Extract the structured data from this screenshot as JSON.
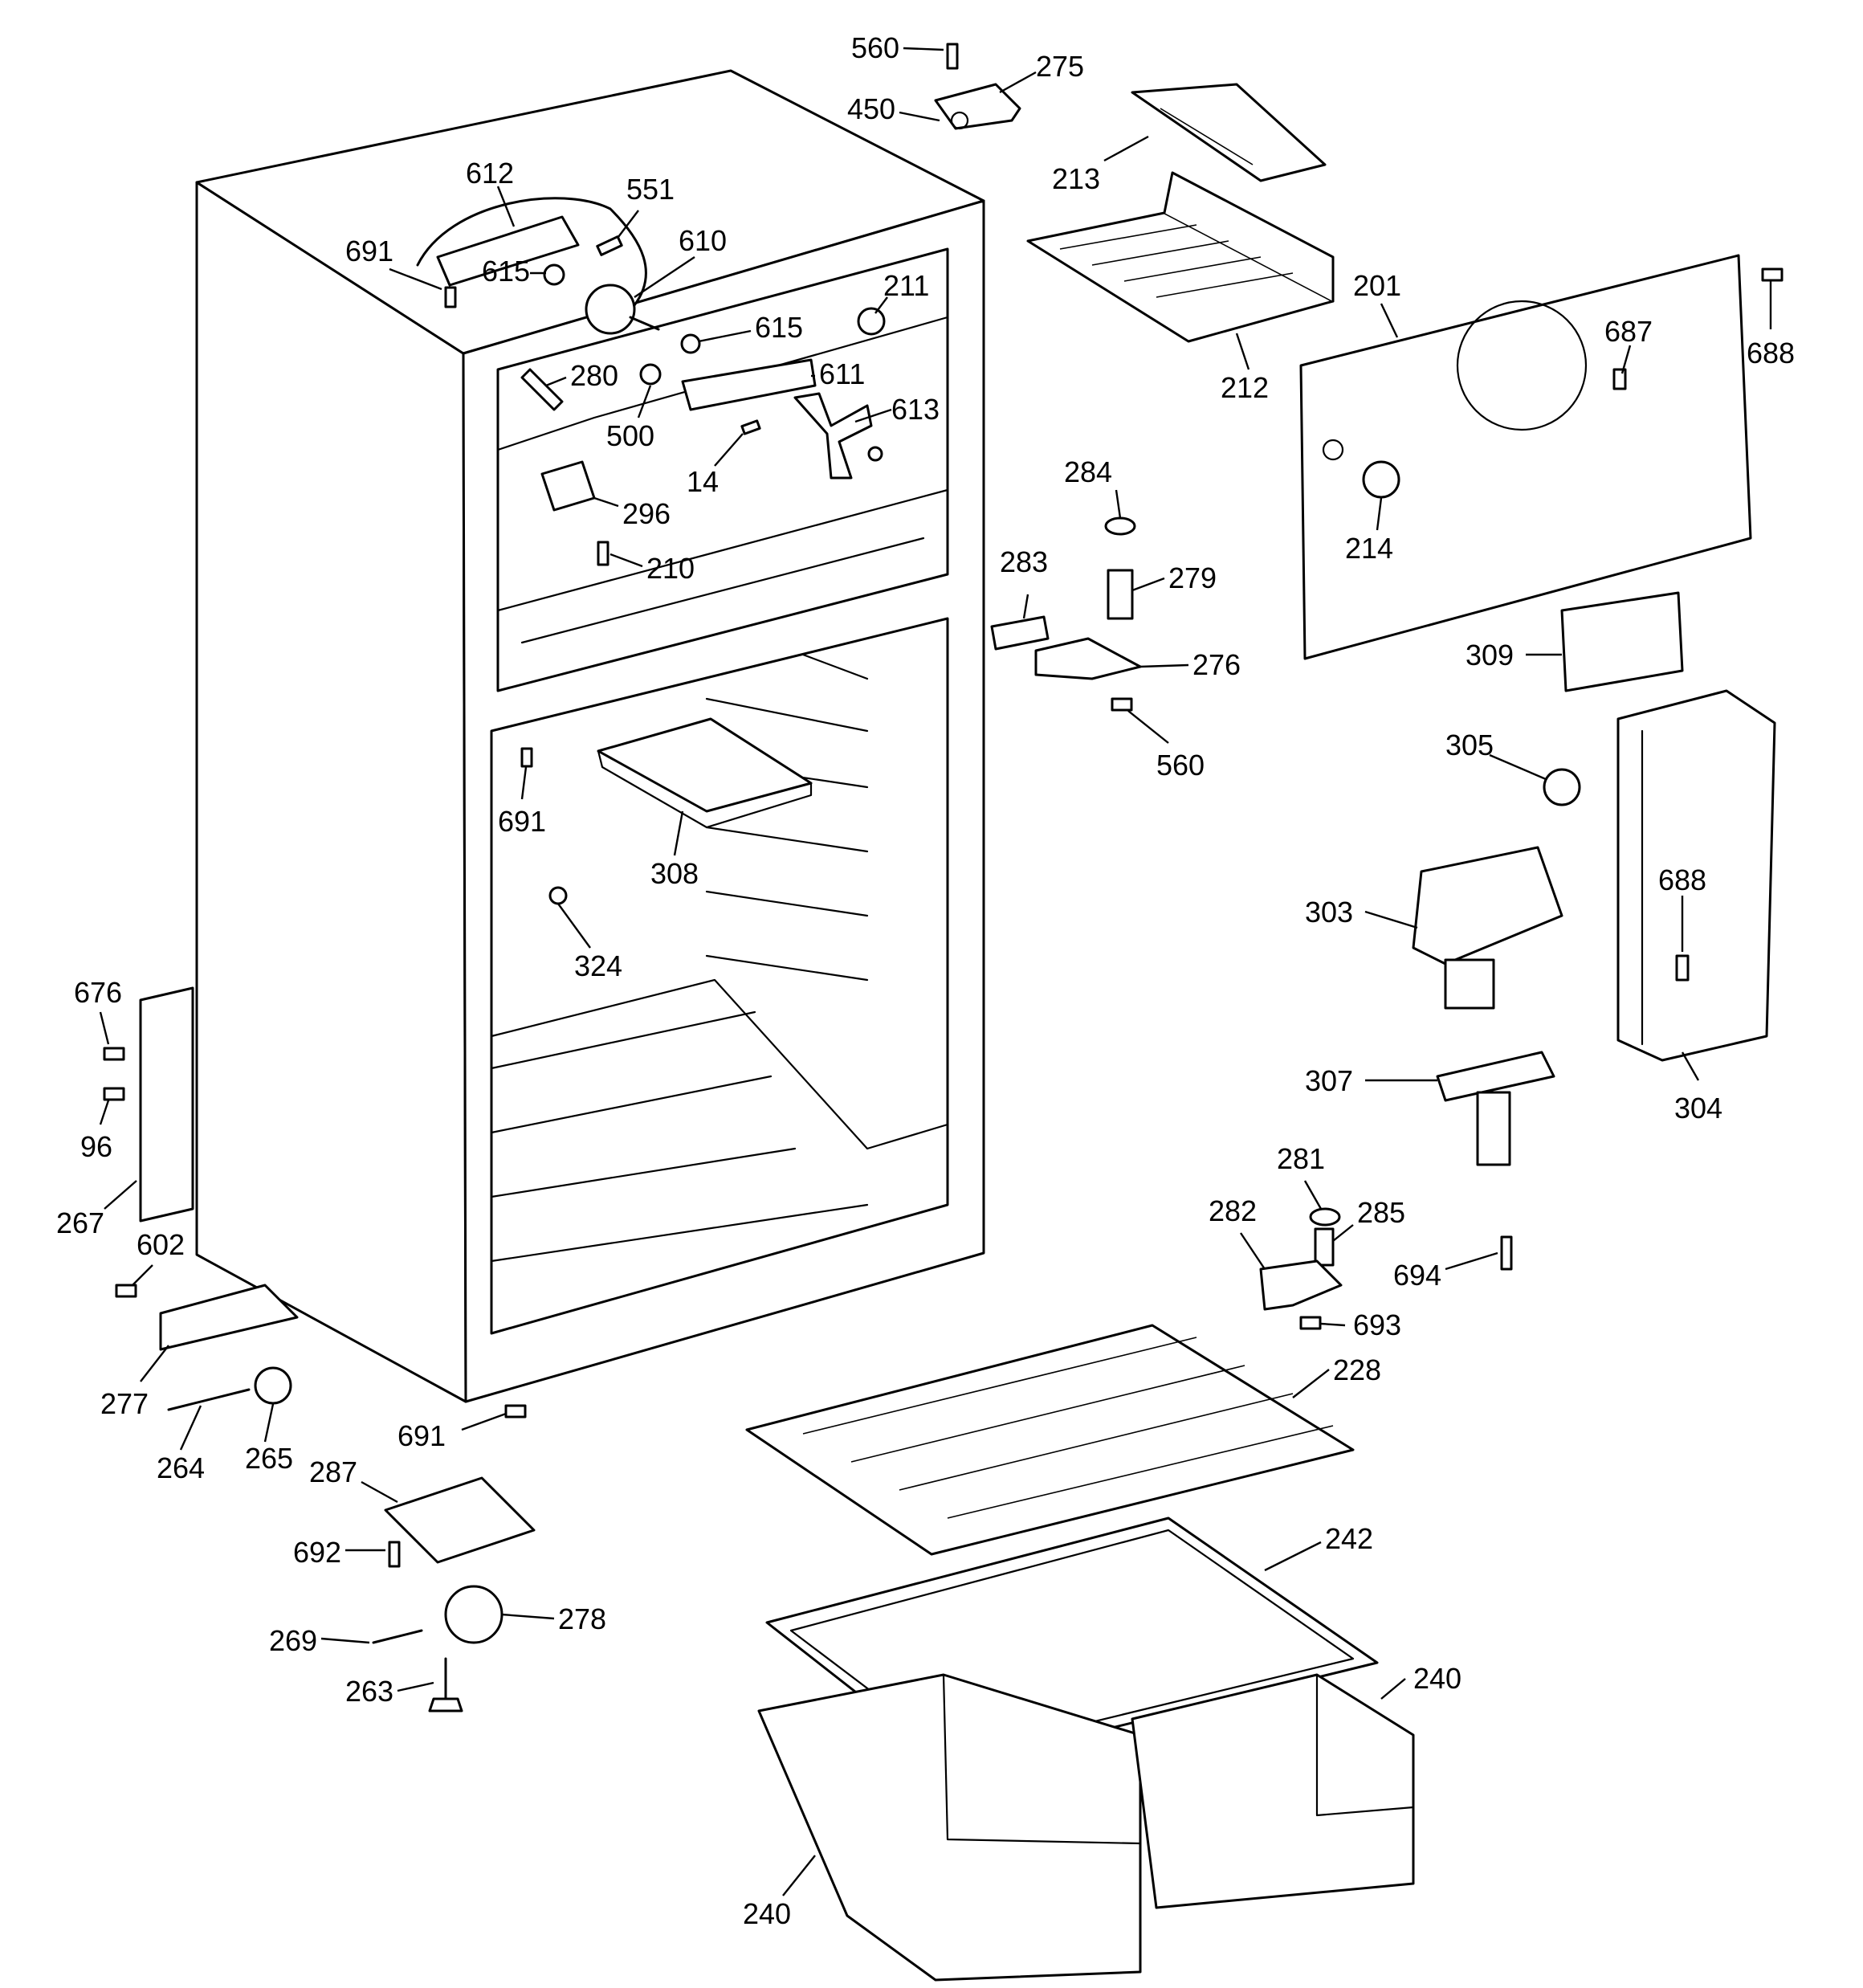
{
  "colors": {
    "line": "#000000",
    "background": "#ffffff"
  },
  "callouts": [
    {
      "id": "c560a",
      "text": "560"
    },
    {
      "id": "c275",
      "text": "275"
    },
    {
      "id": "c450",
      "text": "450"
    },
    {
      "id": "c213",
      "text": "213"
    },
    {
      "id": "c612",
      "text": "612"
    },
    {
      "id": "c551",
      "text": "551"
    },
    {
      "id": "c610",
      "text": "610"
    },
    {
      "id": "c691a",
      "text": "691"
    },
    {
      "id": "c615a",
      "text": "615"
    },
    {
      "id": "c211",
      "text": "211"
    },
    {
      "id": "c615b",
      "text": "615"
    },
    {
      "id": "c201",
      "text": "201"
    },
    {
      "id": "c687",
      "text": "687"
    },
    {
      "id": "c688a",
      "text": "688"
    },
    {
      "id": "c212",
      "text": "212"
    },
    {
      "id": "c280",
      "text": "280"
    },
    {
      "id": "c611",
      "text": "611"
    },
    {
      "id": "c613",
      "text": "613"
    },
    {
      "id": "c500",
      "text": "500"
    },
    {
      "id": "c14",
      "text": "14"
    },
    {
      "id": "c284",
      "text": "284"
    },
    {
      "id": "c296",
      "text": "296"
    },
    {
      "id": "c214",
      "text": "214"
    },
    {
      "id": "c283",
      "text": "283"
    },
    {
      "id": "c279",
      "text": "279"
    },
    {
      "id": "c210",
      "text": "210"
    },
    {
      "id": "c276",
      "text": "276"
    },
    {
      "id": "c309",
      "text": "309"
    },
    {
      "id": "c560b",
      "text": "560"
    },
    {
      "id": "c305",
      "text": "305"
    },
    {
      "id": "c691b",
      "text": "691"
    },
    {
      "id": "c308",
      "text": "308"
    },
    {
      "id": "c303",
      "text": "303"
    },
    {
      "id": "c688b",
      "text": "688"
    },
    {
      "id": "c324",
      "text": "324"
    },
    {
      "id": "c676",
      "text": "676"
    },
    {
      "id": "c96",
      "text": "96"
    },
    {
      "id": "c307",
      "text": "307"
    },
    {
      "id": "c304",
      "text": "304"
    },
    {
      "id": "c267",
      "text": "267"
    },
    {
      "id": "c281",
      "text": "281"
    },
    {
      "id": "c282",
      "text": "282"
    },
    {
      "id": "c285",
      "text": "285"
    },
    {
      "id": "c602",
      "text": "602"
    },
    {
      "id": "c694",
      "text": "694"
    },
    {
      "id": "c693",
      "text": "693"
    },
    {
      "id": "c277",
      "text": "277"
    },
    {
      "id": "c228",
      "text": "228"
    },
    {
      "id": "c691c",
      "text": "691"
    },
    {
      "id": "c264",
      "text": "264"
    },
    {
      "id": "c265",
      "text": "265"
    },
    {
      "id": "c287",
      "text": "287"
    },
    {
      "id": "c242",
      "text": "242"
    },
    {
      "id": "c692",
      "text": "692"
    },
    {
      "id": "c269",
      "text": "269"
    },
    {
      "id": "c278",
      "text": "278"
    },
    {
      "id": "c240a",
      "text": "240"
    },
    {
      "id": "c263",
      "text": "263"
    },
    {
      "id": "c240b",
      "text": "240"
    }
  ]
}
